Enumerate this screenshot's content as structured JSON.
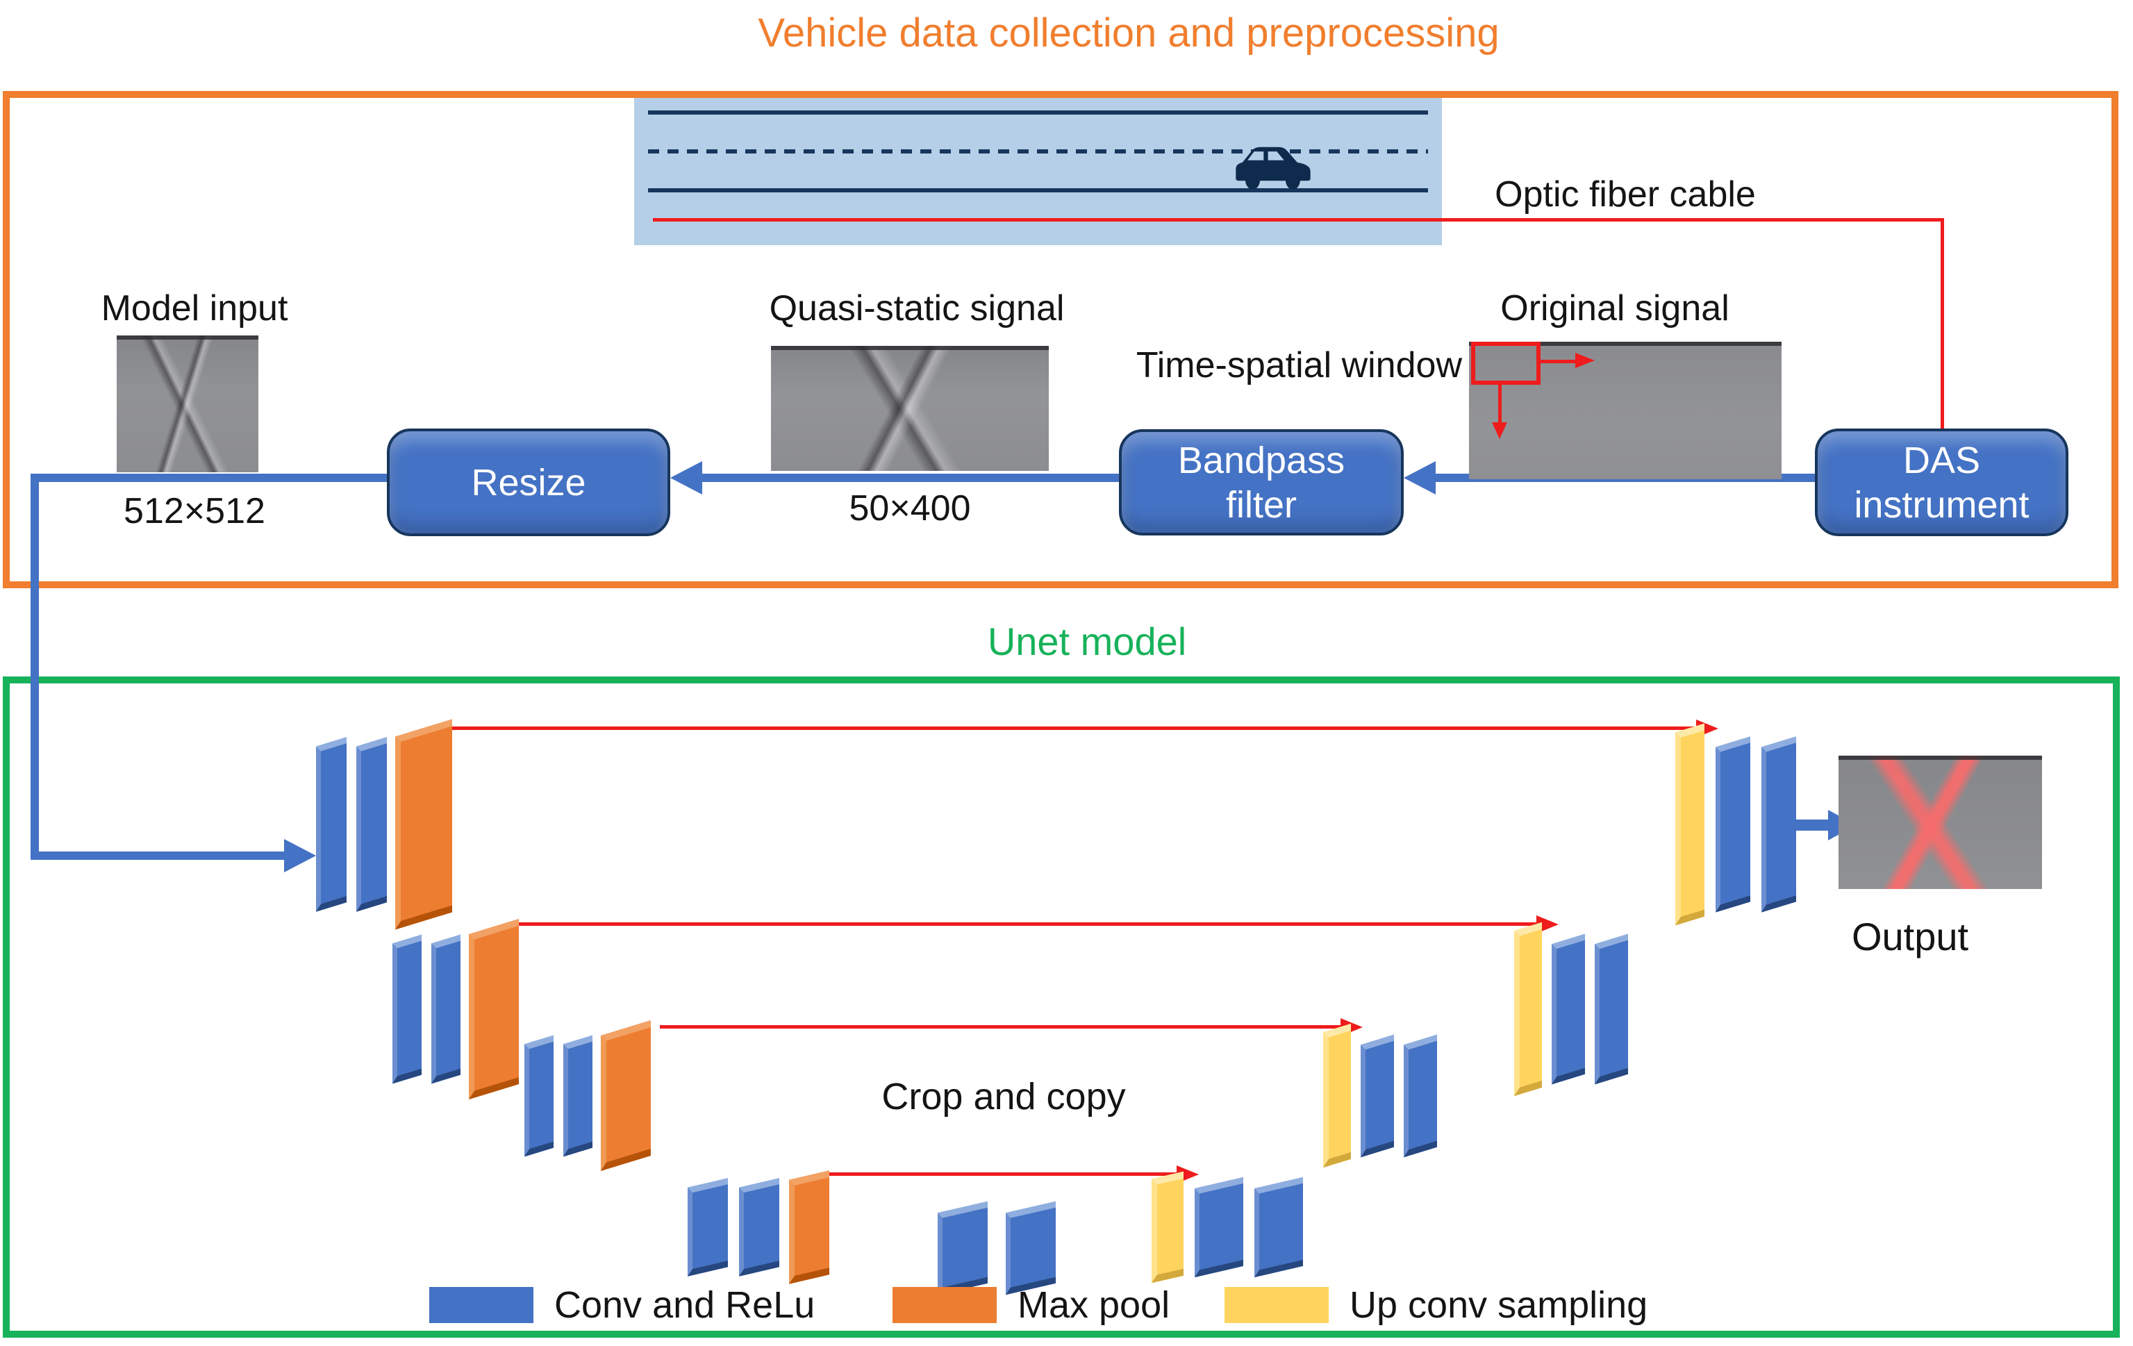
{
  "preprocessing": {
    "title": "Vehicle data collection and preprocessing",
    "optic_fiber_cable": "Optic fiber cable",
    "model_input_label": "Model input",
    "model_input_size": "512×512",
    "resize_button": "Resize",
    "quasi_static_label": "Quasi-static signal",
    "quasi_static_size": "50×400",
    "bandpass_button_line1": "Bandpass",
    "bandpass_button_line2": "filter",
    "time_spatial_window": "Time-spatial window",
    "original_signal_label": "Original signal",
    "das_button_line1": "DAS",
    "das_button_line2": "instrument"
  },
  "unet": {
    "title": "Unet model",
    "crop_and_copy": "Crop and copy",
    "output_label": "Output",
    "legend": [
      {
        "label": "Conv and ReLu",
        "color": "#4472C4"
      },
      {
        "label": "Max pool",
        "color": "#ED7D31"
      },
      {
        "label": "Up conv sampling",
        "color": "#FFD45E"
      }
    ]
  },
  "colors": {
    "conv_blue": "#4472C4",
    "max_pool_orange": "#ED7D31",
    "up_conv_yellow": "#FFD45E",
    "preprocessing_box_orange": "#F07E2E",
    "unet_box_green": "#17B25A",
    "skip_arrow_red": "#EE1C1C",
    "road_background": "#B5CFE8",
    "road_line_navy": "#17365D",
    "flow_arrow_blue": "#4472C4"
  }
}
